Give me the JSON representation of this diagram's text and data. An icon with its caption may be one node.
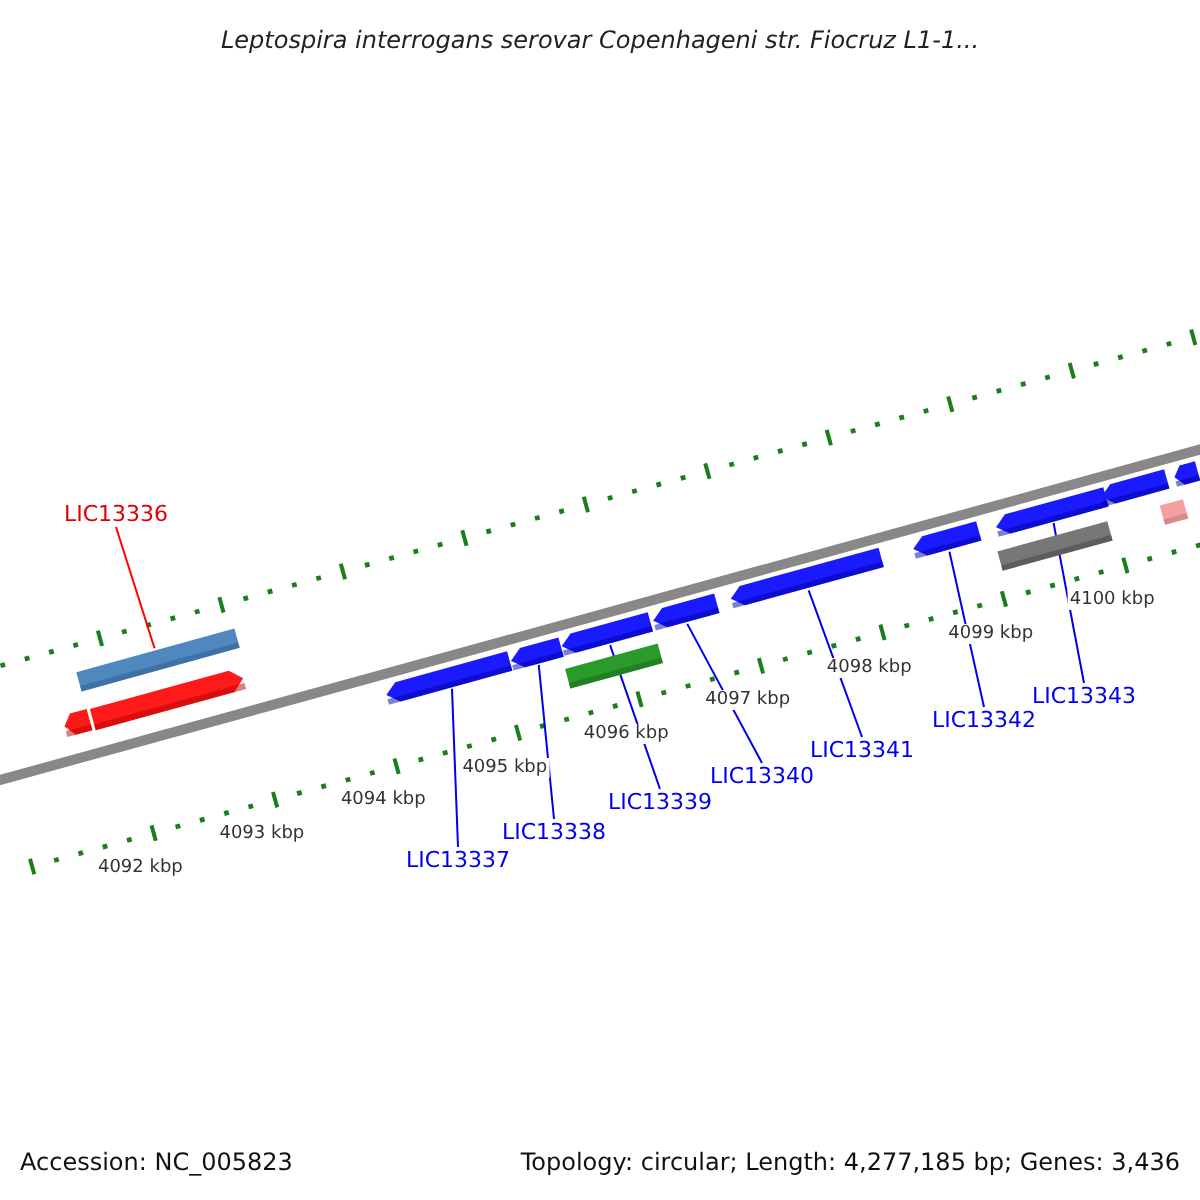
{
  "diagram": {
    "title": "Leptospira interrogans serovar Copenhageni str. Fiocruz L1-1...",
    "nodes": [
      {
        "text": [
          "LIC13336"
        ]
      },
      {
        "text": [],
        "shape": "bar"
      },
      {
        "text": [],
        "shape": "arrow"
      },
      {
        "text": [],
        "shape": "arrow"
      },
      {
        "text": [],
        "shape": "arrow"
      },
      {
        "text": [],
        "shape": "arrow"
      },
      {
        "text": [],
        "shape": "arrow"
      },
      {
        "text": [],
        "shape": "arrow"
      },
      {
        "text": [],
        "shape": "arrow"
      },
      {
        "text": [],
        "shape": "arrow"
      },
      {
        "text": [],
        "shape": "arrow"
      },
      {
        "text": [],
        "shape": "arrow"
      },
      {
        "text": [],
        "shape": "arrow"
      },
      {
        "text": [],
        "shape": "bar"
      },
      {
        "text": [],
        "shape": "bar"
      },
      {
        "text": [],
        "shape": "bar"
      },
      {
        "text": [
          "LIC13337"
        ]
      },
      {
        "text": [
          "LIC13338"
        ]
      },
      {
        "text": [
          "LIC13339"
        ]
      },
      {
        "text": [
          "LIC13340"
        ]
      },
      {
        "text": [
          "LIC13341"
        ]
      },
      {
        "text": [
          "LIC13342"
        ]
      },
      {
        "text": [
          "LIC13343"
        ]
      }
    ],
    "edges": [
      {
        "from": 0,
        "to": 1,
        "arrow": "none",
        "color": "#ff0000"
      },
      {
        "from": 16,
        "to": 4,
        "arrow": "none"
      },
      {
        "from": 17,
        "to": 5,
        "arrow": "none"
      },
      {
        "from": 18,
        "to": 6,
        "arrow": "none"
      },
      {
        "from": 19,
        "to": 7,
        "arrow": "none"
      },
      {
        "from": 20,
        "to": 8,
        "arrow": "none"
      },
      {
        "from": 21,
        "to": 9,
        "arrow": "none"
      },
      {
        "from": 22,
        "to": 10,
        "arrow": "none"
      }
    ],
    "labels": [
      "4092 kbp",
      "4093 kbp",
      "4094 kbp",
      "4095 kbp",
      "4096 kbp",
      "4097 kbp",
      "4098 kbp",
      "4099 kbp",
      "4100 kbp",
      "Accession: NC_005823",
      "Topology: circular; Length: 4,277,185 bp; Genes: 3,436"
    ]
  }
}
